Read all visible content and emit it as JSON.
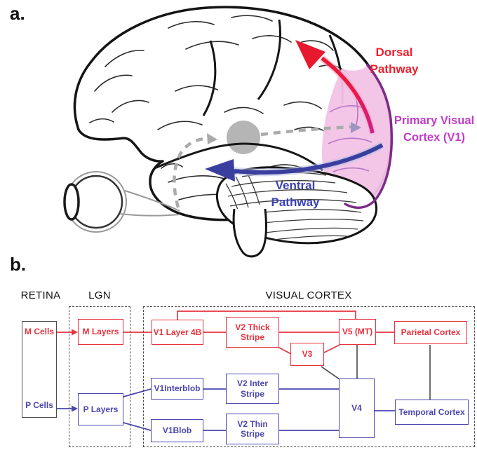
{
  "panel_a": {
    "label": "a.",
    "dorsal_pathway": {
      "line1": "Dorsal",
      "line2": "Pathway"
    },
    "primary_visual_cortex": {
      "line1": "Primary Visual",
      "line2": "Cortex (V1)"
    },
    "ventral_pathway": {
      "line1": "Ventral",
      "line2": "Pathway"
    },
    "colors": {
      "dorsal_red": "#e8222f",
      "ventral_blue": "#3a41b4",
      "v1_label_magenta": "#c33bc9",
      "v1_region_pink": "#f2c3e6",
      "v1_region_outline": "#7c2c86",
      "subcortical_gray": "#ababab"
    }
  },
  "panel_b": {
    "label": "b.",
    "headers": {
      "retina": "RETINA",
      "lgn": "LGN",
      "visual_cortex": "VISUAL CORTEX"
    },
    "retina": {
      "m_cells": "M Cells",
      "p_cells": "P Cells"
    },
    "lgn": {
      "m_layers": "M Layers",
      "p_layers": "P Layers"
    },
    "cortex": {
      "v1_layer_4b": "V1 Layer 4B",
      "v2_thick_line1": "V2 Thick",
      "v2_thick_line2": "Stripe",
      "v3": "V3",
      "v5_mt": "V5 (MT)",
      "parietal": "Parietal Cortex",
      "v1_interblob": "V1Interblob",
      "v2_inter_line1": "V2 Inter",
      "v2_inter_line2": "Stripe",
      "v1_blob": "V1Blob",
      "v2_thin_line1": "V2 Thin",
      "v2_thin_line2": "Stripe",
      "v4": "V4",
      "temporal": "Temporal Cortex"
    },
    "colors": {
      "magno_red": "#e8323e",
      "parvo_blue": "#4a46b0",
      "cross_link_gray": "#555555"
    }
  }
}
